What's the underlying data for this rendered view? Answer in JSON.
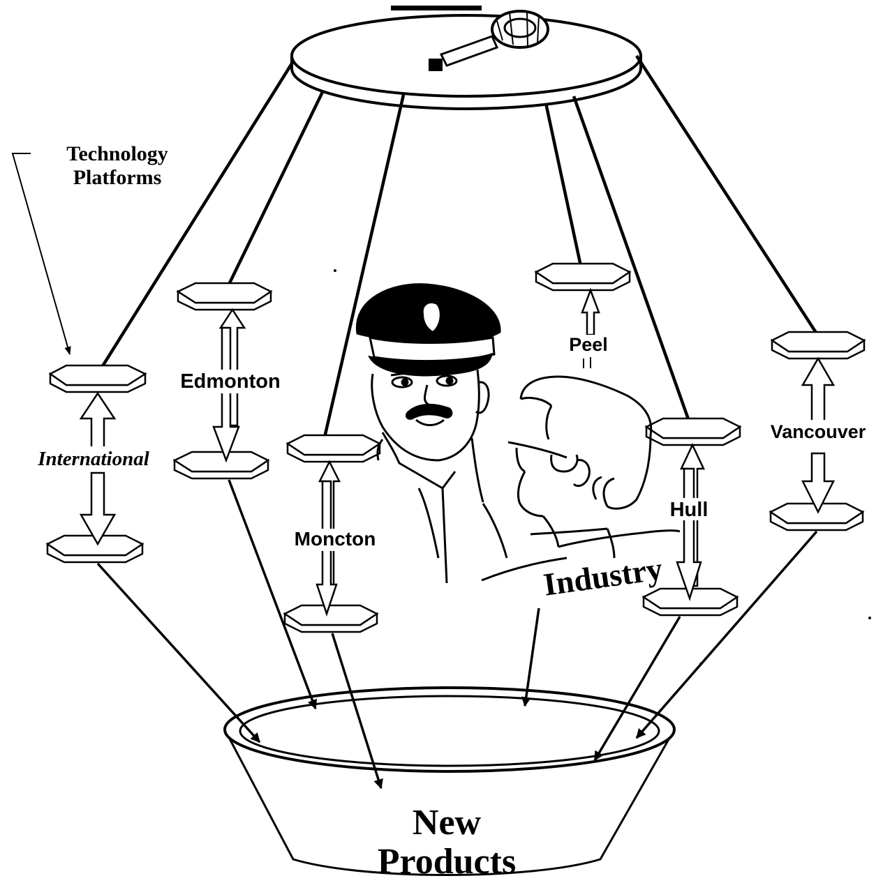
{
  "legend_label": {
    "line1": "Technology",
    "line2": "Platforms"
  },
  "locations": {
    "international": "International",
    "edmonton": "Edmonton",
    "moncton": "Moncton",
    "peel": "Peel",
    "hull": "Hull",
    "vancouver": "Vancouver"
  },
  "industry_label": "Industry",
  "bowl_label": {
    "line1": "New",
    "line2": "Products"
  },
  "colors": {
    "ink": "#000000",
    "paper": "#ffffff"
  },
  "icons": [
    "magnifying-glass-icon",
    "police-officer-figure",
    "industry-worker-figure"
  ]
}
